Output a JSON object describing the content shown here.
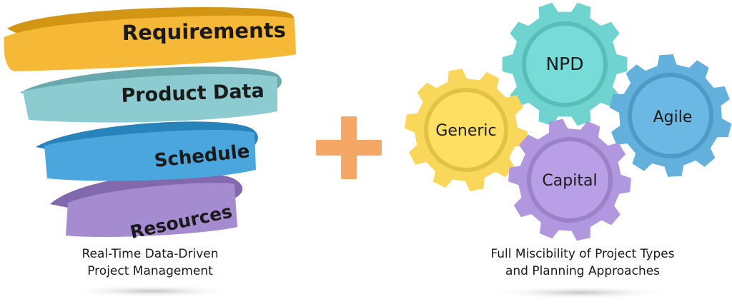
{
  "spiral": {
    "bands": [
      {
        "label": "Requirements",
        "color": "#f6b937"
      },
      {
        "label": "Product Data",
        "color": "#8ccbd0"
      },
      {
        "label": "Schedule",
        "color": "#4aa6dc"
      },
      {
        "label": "Resources",
        "color": "#a58bd0"
      }
    ],
    "caption": {
      "line1": "Real-Time Data-Driven",
      "line2": "Project Management"
    }
  },
  "plus_color": "#f5a766",
  "gears": {
    "items": [
      {
        "label": "Generic",
        "color": "#f9d75a"
      },
      {
        "label": "NPD",
        "color": "#6fd3cf"
      },
      {
        "label": "Agile",
        "color": "#63b0dd"
      },
      {
        "label": "Capital",
        "color": "#b197de"
      }
    ],
    "caption": {
      "line1": "Full Miscibility of Project Types",
      "line2": "and Planning Approaches"
    }
  },
  "text_color": "#1a1a1a"
}
